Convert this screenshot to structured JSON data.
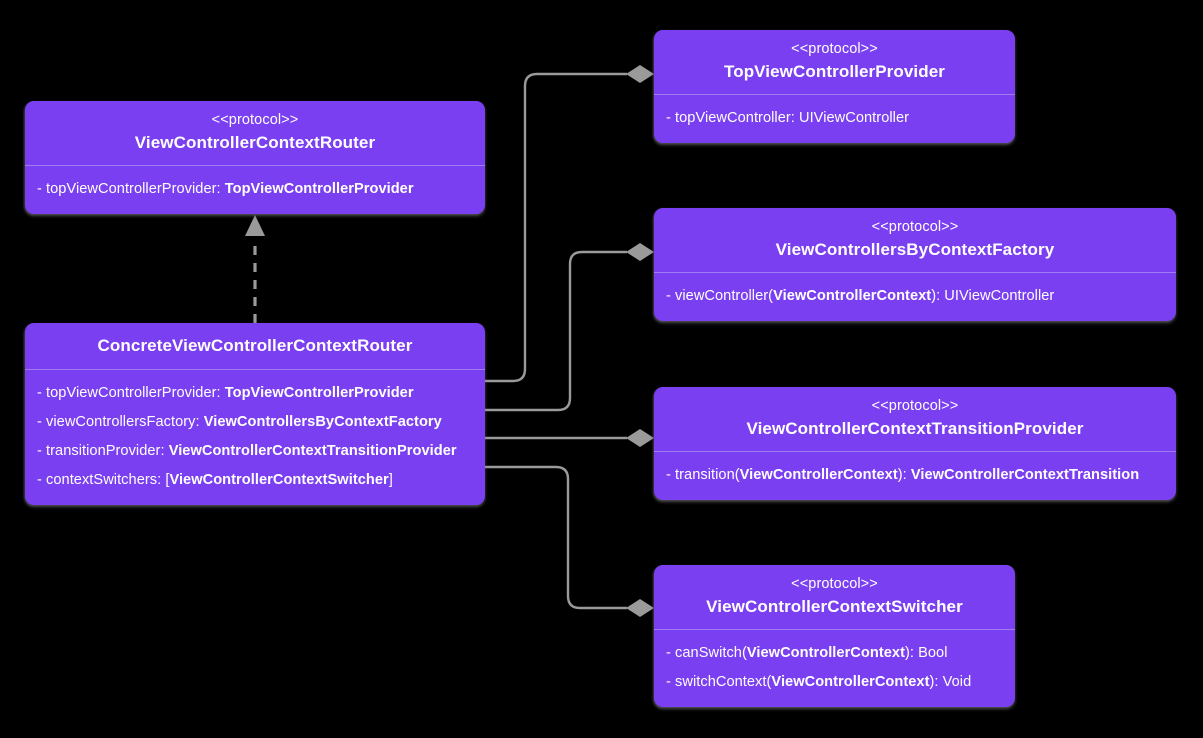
{
  "diagram": {
    "title": "ViewControllerContextRouter UML class diagram",
    "background_color": "#000000",
    "box_fill_color": "#7B3FF2",
    "connector_color": "#9a9a9a",
    "text_color": "#ffffff",
    "stereotype_label": "<<protocol>>"
  },
  "boxes": {
    "view_controller_context_router": {
      "stereotype": "<<protocol>>",
      "name": "ViewControllerContextRouter",
      "members": [
        {
          "prefix": "- topViewControllerProvider: ",
          "type": "TopViewControllerProvider",
          "suffix": ""
        }
      ]
    },
    "concrete_view_controller_context_router": {
      "stereotype": "",
      "name": "ConcreteViewControllerContextRouter",
      "members": [
        {
          "prefix": "- topViewControllerProvider: ",
          "type": "TopViewControllerProvider",
          "suffix": ""
        },
        {
          "prefix": "- viewControllersFactory: ",
          "type": "ViewControllersByContextFactory",
          "suffix": ""
        },
        {
          "prefix": "- transitionProvider: ",
          "type": "ViewControllerContextTransitionProvider",
          "suffix": ""
        },
        {
          "prefix": "- contextSwitchers: [",
          "type": "ViewControllerContextSwitcher",
          "suffix": "]"
        }
      ]
    },
    "top_view_controller_provider": {
      "stereotype": "<<protocol>>",
      "name": "TopViewControllerProvider",
      "members": [
        {
          "prefix": "- topViewController: UIViewController",
          "type": "",
          "suffix": ""
        }
      ]
    },
    "view_controllers_by_context_factory": {
      "stereotype": "<<protocol>>",
      "name": "ViewControllersByContextFactory",
      "members": [
        {
          "prefix": "- viewController(",
          "type": "ViewControllerContext",
          "suffix": "): UIViewController"
        }
      ]
    },
    "view_controller_context_transition_provider": {
      "stereotype": "<<protocol>>",
      "name": "ViewControllerContextTransitionProvider",
      "members": [
        {
          "prefix": "- transition(",
          "type": "ViewControllerContext",
          "suffix": "): ",
          "type2": "ViewControllerContextTransition"
        }
      ]
    },
    "view_controller_context_switcher": {
      "stereotype": "<<protocol>>",
      "name": "ViewControllerContextSwitcher",
      "members": [
        {
          "prefix": "- canSwitch(",
          "type": "ViewControllerContext",
          "suffix": "): Bool"
        },
        {
          "prefix": "- switchContext(",
          "type": "ViewControllerContext",
          "suffix": "): Void"
        }
      ]
    }
  },
  "connectors": [
    {
      "name": "realization-concrete-to-router",
      "kind": "realization",
      "style": "dashed",
      "arrow": "hollow-triangle",
      "from": "concrete_view_controller_context_router",
      "to": "view_controller_context_router"
    },
    {
      "name": "aggregation-to-top-view-controller-provider",
      "kind": "aggregation",
      "style": "solid",
      "arrow": "diamond",
      "from": "concrete_view_controller_context_router",
      "to": "top_view_controller_provider"
    },
    {
      "name": "aggregation-to-view-controllers-by-context-factory",
      "kind": "aggregation",
      "style": "solid",
      "arrow": "diamond",
      "from": "concrete_view_controller_context_router",
      "to": "view_controllers_by_context_factory"
    },
    {
      "name": "aggregation-to-view-controller-context-transition-provider",
      "kind": "aggregation",
      "style": "solid",
      "arrow": "diamond",
      "from": "concrete_view_controller_context_router",
      "to": "view_controller_context_transition_provider"
    },
    {
      "name": "aggregation-to-view-controller-context-switcher",
      "kind": "aggregation",
      "style": "solid",
      "arrow": "diamond",
      "from": "concrete_view_controller_context_router",
      "to": "view_controller_context_switcher"
    }
  ]
}
